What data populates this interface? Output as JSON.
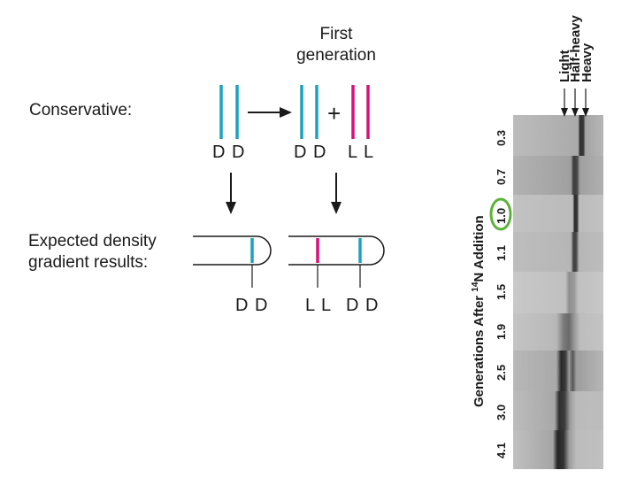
{
  "diagram": {
    "first_generation": {
      "line1": "First",
      "line2": "generation"
    },
    "model_label": "Conservative:",
    "plus_sign": "+",
    "parent_label": "D D",
    "gen1_label_dd": "D D",
    "gen1_label_ll": "L L",
    "expected_label": {
      "line1": "Expected density",
      "line2": "gradient results:"
    },
    "tube1_label": "D D",
    "tube2_label_ll": "L L",
    "tube2_label_dd": "D D",
    "colors": {
      "heavy_dna": "#1ba3bd",
      "light_dna": "#d9107a",
      "highlight": "#5db33a"
    }
  },
  "gel": {
    "column_labels": [
      "Light",
      "Half-heavy",
      "Heavy"
    ],
    "axis_title_prefix": "Generations After ",
    "axis_title_sup": "14",
    "axis_title_suffix": "N Addition",
    "generations": [
      "0.3",
      "0.7",
      "1.0",
      "1.1",
      "1.5",
      "1.9",
      "2.5",
      "3.0",
      "4.1"
    ],
    "highlighted_generation": "1.0"
  }
}
